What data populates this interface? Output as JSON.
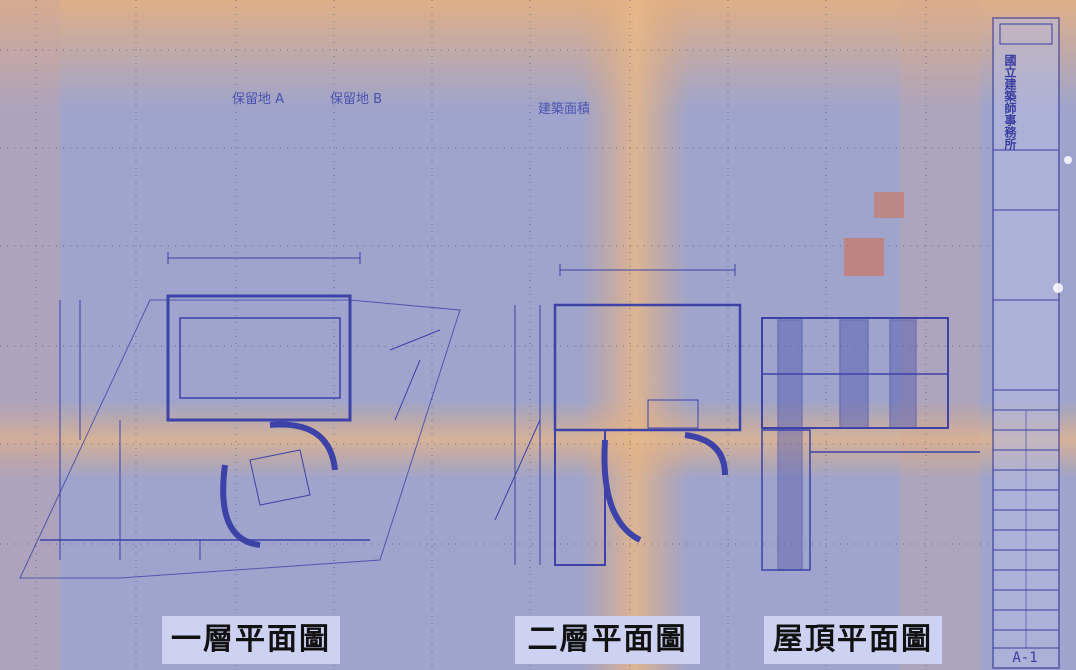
{
  "drawing": {
    "labels": {
      "first_floor": "一層平面圖",
      "second_floor": "二層平面圖",
      "roof": "屋頂平面圖"
    },
    "annotations": {
      "reserve_a": "保留地 A",
      "reserve_b": "保留地 B",
      "building_area": "建築面積"
    },
    "title_block": {
      "firm": "國立建築師事務所",
      "sheet_no": "A-1"
    },
    "colors": {
      "paper": "#9aa0c8",
      "ink": "#3a3fa0",
      "stain": "#e0a878",
      "label_bg": "#cdd2f3"
    }
  }
}
